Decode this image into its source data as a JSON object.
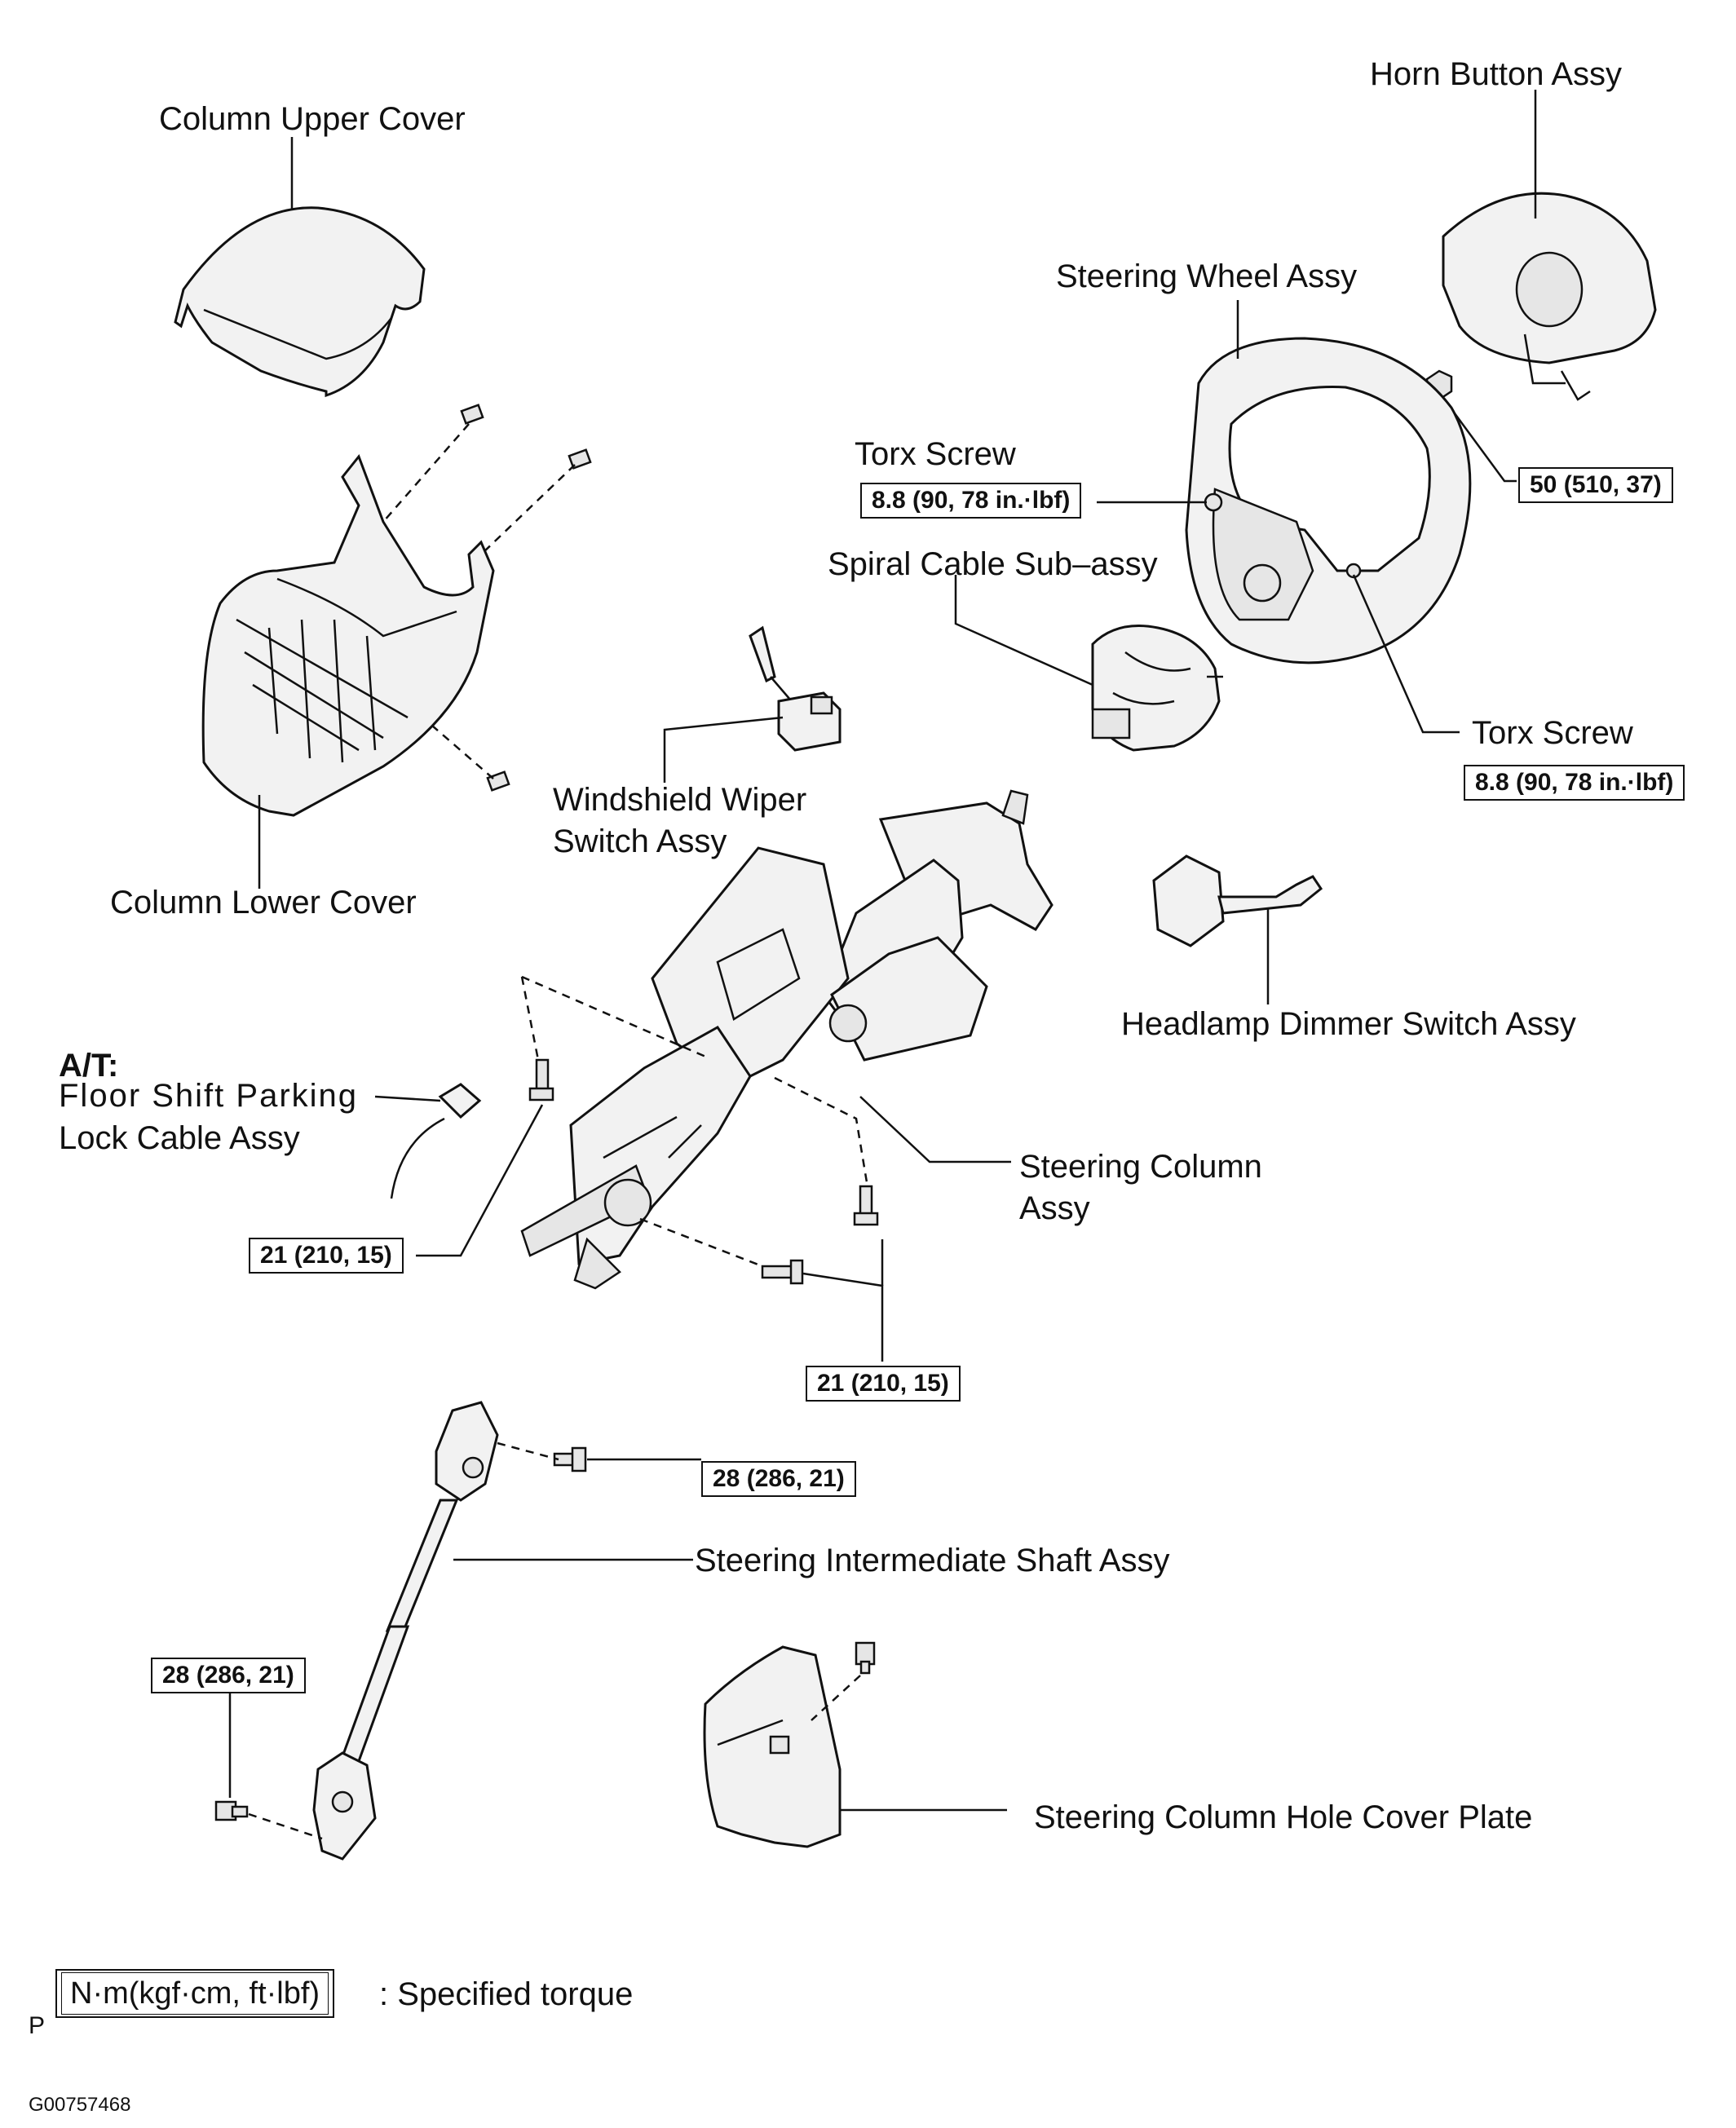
{
  "labels": {
    "column_upper_cover": "Column Upper Cover",
    "horn_button_assy": "Horn Button Assy",
    "steering_wheel_assy": "Steering Wheel Assy",
    "torx_screw_top": "Torx Screw",
    "spiral_cable": "Spiral Cable Sub–assy",
    "torx_screw_right": "Torx Screw",
    "wiper_switch_line1": "Windshield Wiper",
    "wiper_switch_line2": "Switch Assy",
    "column_lower_cover": "Column Lower Cover",
    "headlamp_switch": "Headlamp Dimmer Switch Assy",
    "at_prefix": "A/T:",
    "parking_cable_line1": "Floor Shift Parking",
    "parking_cable_line2": "Lock Cable Assy",
    "steering_column_line1": "Steering Column",
    "steering_column_line2": "Assy",
    "intermediate_shaft": "Steering Intermediate Shaft Assy",
    "hole_cover_plate": "Steering Column Hole Cover Plate"
  },
  "torque_specs": {
    "torx_screw_top": "8.8 (90, 78 in.·lbf)",
    "torx_screw_right": "8.8 (90, 78 in.·lbf)",
    "horn_nut": "50 (510, 37)",
    "parking_cable_bolt": "21 (210, 15)",
    "column_bolts": "21 (210, 15)",
    "shaft_upper_bolt": "28 (286, 21)",
    "shaft_lower_bolt": "28 (286, 21)"
  },
  "legend": {
    "unit": "N·m(kgf·cm, ft·lbf)",
    "description": ": Specified torque"
  },
  "footer": {
    "mark": "P",
    "code": "G00757468"
  }
}
